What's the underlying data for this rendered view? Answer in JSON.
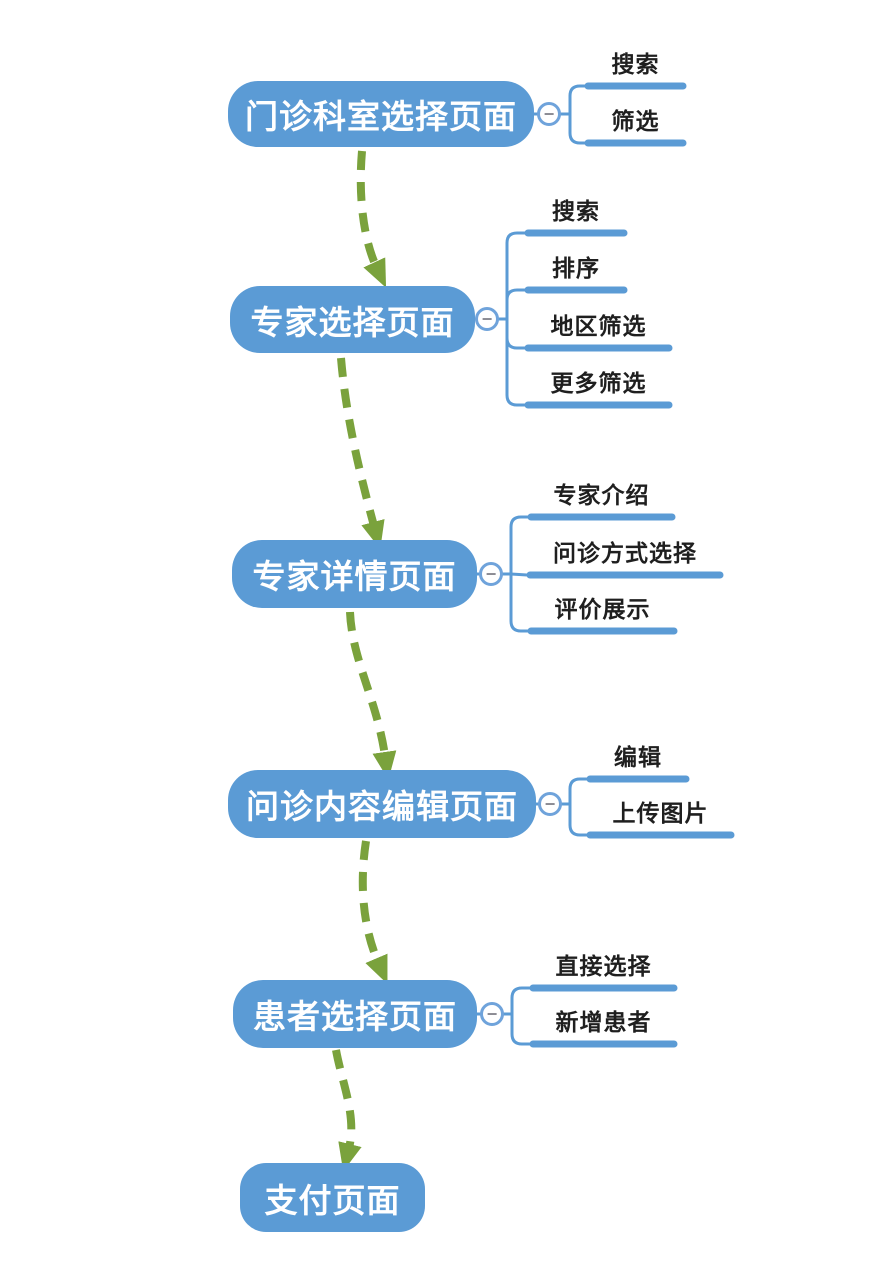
{
  "diagram_title": "",
  "colors": {
    "node_fill": "#5B9BD5",
    "branch_line": "#5B9BD5",
    "toggle_ring": "#6FA3DB",
    "toggle_minus": "#8C8C94",
    "arrow_green": "#7AA23C",
    "branch_text": "#1F1F1F",
    "node_text": "#FFFFFF",
    "background": "#FFFFFF"
  },
  "icons": {
    "collapse_minus": "−"
  },
  "nodes": [
    {
      "label": "门诊科室选择页面",
      "branches": [
        {
          "label": "搜索"
        },
        {
          "label": "筛选"
        }
      ]
    },
    {
      "label": "专家选择页面",
      "branches": [
        {
          "label": "搜索"
        },
        {
          "label": "排序"
        },
        {
          "label": "地区筛选"
        },
        {
          "label": "更多筛选"
        }
      ]
    },
    {
      "label": "专家详情页面",
      "branches": [
        {
          "label": "专家介绍"
        },
        {
          "label": "问诊方式选择"
        },
        {
          "label": "评价展示"
        }
      ]
    },
    {
      "label": "问诊内容编辑页面",
      "branches": [
        {
          "label": "编辑"
        },
        {
          "label": "上传图片"
        }
      ]
    },
    {
      "label": "患者选择页面",
      "branches": [
        {
          "label": "直接选择"
        },
        {
          "label": "新增患者"
        }
      ]
    },
    {
      "label": "支付页面",
      "branches": []
    }
  ]
}
